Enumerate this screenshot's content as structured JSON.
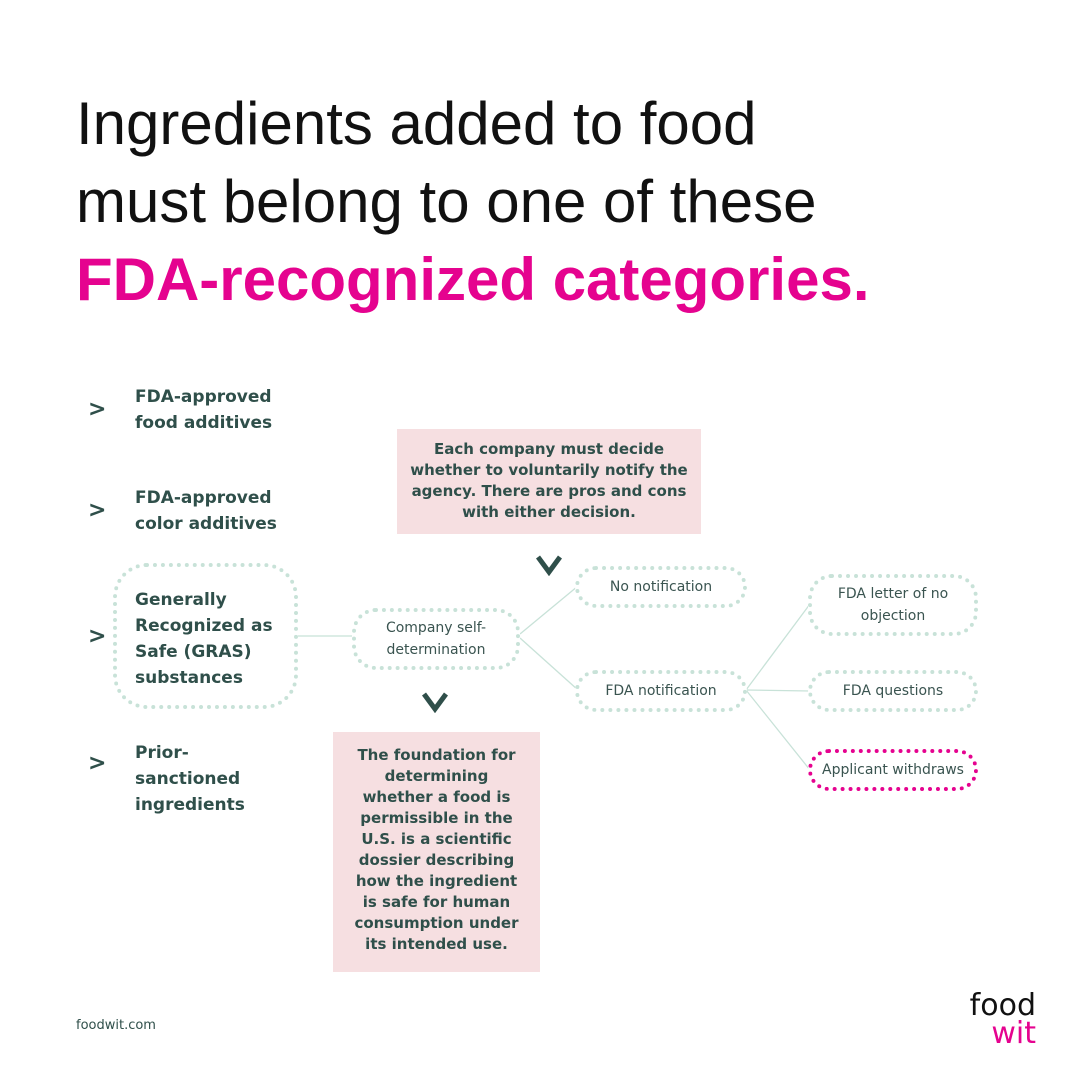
{
  "title": {
    "line1": "Ingredients added to food",
    "line2": "must belong to one of these",
    "highlight": "FDA-recognized categories."
  },
  "categories": [
    {
      "icon": "chevron-right-icon",
      "lines": [
        "FDA-approved",
        "food additives"
      ]
    },
    {
      "icon": "chevron-right-icon",
      "lines": [
        "FDA-approved",
        "color additives"
      ]
    },
    {
      "icon": "chevron-right-icon",
      "lines": [
        "Generally",
        "Recognized as",
        "Safe (GRAS)",
        "substances"
      ]
    },
    {
      "icon": "chevron-right-icon",
      "lines": [
        "Prior-",
        "sanctioned",
        "ingredients"
      ]
    }
  ],
  "flow": {
    "company": [
      "Company self-",
      "determination"
    ],
    "no_notification": "No notification",
    "fda_notification": "FDA notification",
    "fda_letter": [
      "FDA letter of no",
      "objection"
    ],
    "fda_questions": "FDA questions",
    "applicant_withdraws": "Applicant withdraws"
  },
  "notes": {
    "top": [
      "Each company must decide",
      "whether to voluntarily notify the",
      "agency. There are pros and cons",
      "with either decision."
    ],
    "bottom": [
      "The foundation for",
      "determining",
      "whether a food is",
      "permissible in the",
      "U.S. is a scientific",
      "dossier describing",
      "how the ingredient",
      "is safe for human",
      "consumption under",
      "its intended use."
    ]
  },
  "footer": {
    "site": "foodwit.com"
  },
  "logo": {
    "line1": "food",
    "line2": "wit"
  },
  "colors": {
    "accent": "#e5038f",
    "text": "#2f4f4a",
    "dotted_border": "#c8e2d8",
    "note_bg": "#f6dfe1"
  }
}
